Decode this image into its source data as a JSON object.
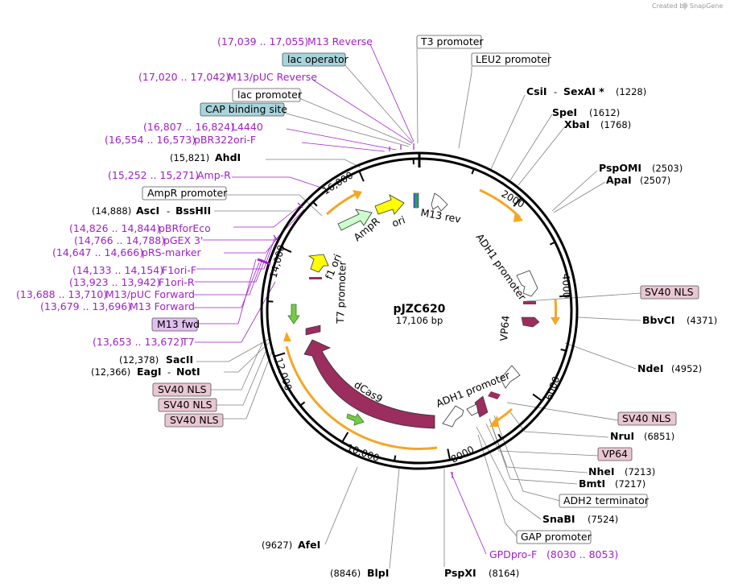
{
  "credit": {
    "prefix": "Created by",
    "brand": "SnapGene"
  },
  "plasmid": {
    "name": "pJZC620",
    "length": "17,106 bp",
    "bp": 17106
  },
  "ticks": [
    "2000",
    "4000",
    "6000",
    "8000",
    "10,000",
    "12,000",
    "14,000",
    "16,000"
  ],
  "features": [
    {
      "id": "dcas9",
      "label": "dCas9",
      "color": "#9b2d5f"
    },
    {
      "id": "ampr",
      "label": "AmpR",
      "color": "#ccffcc"
    },
    {
      "id": "ori",
      "label": "ori",
      "color": "#ffff00"
    },
    {
      "id": "f1ori",
      "label": "f1 ori",
      "color": "#ffff00"
    },
    {
      "id": "m13rev",
      "label": "M13 rev",
      "color": "#ffffff"
    },
    {
      "id": "adh1a",
      "label": "ADH1 promoter",
      "color": "#ffffff"
    },
    {
      "id": "adh1b",
      "label": "ADH1 promoter",
      "color": "#ffffff"
    },
    {
      "id": "vp64",
      "label": "VP64",
      "color": "#9b2d5f"
    },
    {
      "id": "t7prom",
      "label": "T7 promoter",
      "color": "#ffffff"
    }
  ],
  "left_labels": {
    "m13rev_primer": {
      "pos": "(17,039 .. 17,055)",
      "name": "M13 Reverse"
    },
    "lac_operator": "lac operator",
    "m13puc_rev": {
      "pos": "(17,020 .. 17,042)",
      "name": "M13/pUC Reverse"
    },
    "lac_promoter": "lac promoter",
    "cap_site": "CAP binding site",
    "l4440": {
      "pos": "(16,807 .. 16,824)",
      "name": "L4440"
    },
    "pbr322": {
      "pos": "(16,554 .. 16,573)",
      "name": "pBR322ori-F"
    },
    "ahdi": {
      "pos": "(15,821)",
      "name": "AhdI"
    },
    "ampr_primer": {
      "pos": "(15,252 .. 15,271)",
      "name": "Amp-R"
    },
    "ampr_prom": "AmpR promoter",
    "asci": {
      "pos": "(14,888)",
      "name": "AscI",
      "sep": "-",
      "name2": "BssHII"
    },
    "pbrfor": {
      "pos": "(14,826 .. 14,844)",
      "name": "pBRforEco"
    },
    "pgex": {
      "pos": "(14,766 .. 14,788)",
      "name": "pGEX 3'"
    },
    "prs": {
      "pos": "(14,647 .. 14,666)",
      "name": "pRS-marker"
    },
    "f1orif": {
      "pos": "(14,133 .. 14,154)",
      "name": "F1ori-F"
    },
    "f1orir": {
      "pos": "(13,923 .. 13,942)",
      "name": "F1ori-R"
    },
    "m13pucfwd": {
      "pos": "(13,688 .. 13,710)",
      "name": "M13/pUC Forward"
    },
    "m13fwd_p": {
      "pos": "(13,679 .. 13,696)",
      "name": "M13 Forward"
    },
    "m13fwd_feat": "M13 fwd",
    "t7": {
      "pos": "(13,653 .. 13,672)",
      "name": "T7"
    },
    "sacii": {
      "pos": "(12,378)",
      "name": "SacII"
    },
    "eagi": {
      "pos": "(12,366)",
      "name": "EagI",
      "sep": "-",
      "name2": "NotI"
    },
    "nls1": "SV40 NLS",
    "nls2": "SV40 NLS",
    "nls3": "SV40 NLS"
  },
  "right_labels": {
    "t3": "T3 promoter",
    "leu2": "LEU2 promoter",
    "csii": {
      "name": "CsiI",
      "sep": "-",
      "name2": "SexAI *",
      "pos": "(1228)"
    },
    "spei": {
      "name": "SpeI",
      "pos": "(1612)"
    },
    "xbai": {
      "name": "XbaI",
      "pos": "(1768)"
    },
    "pspomi": {
      "name": "PspOMI",
      "pos": "(2503)"
    },
    "apai": {
      "name": "ApaI",
      "pos": "(2507)"
    },
    "nls_r1": "SV40 NLS",
    "bbvci": {
      "name": "BbvCI",
      "pos": "(4371)"
    },
    "ndei": {
      "name": "NdeI",
      "pos": "(4952)"
    },
    "nls_r2": "SV40 NLS",
    "nrui": {
      "name": "NruI",
      "pos": "(6851)"
    },
    "vp64_r": "VP64",
    "nhei": {
      "name": "NheI",
      "pos": "(7213)"
    },
    "bmti": {
      "name": "BmtI",
      "pos": "(7217)"
    },
    "adh2": "ADH2 terminator",
    "snabi": {
      "name": "SnaBI",
      "pos": "(7524)"
    },
    "gap": "GAP promoter",
    "gpdpro": {
      "name": "GPDpro-F",
      "pos": "(8030 .. 8053)"
    }
  },
  "bottom_labels": {
    "afei": {
      "pos": "(9627)",
      "name": "AfeI"
    },
    "blpi": {
      "pos": "(8846)",
      "name": "BlpI"
    },
    "pspxi": {
      "name": "PspXI",
      "pos": "(8164)"
    }
  },
  "colors": {
    "primer": "#a020c8",
    "nls": "#e8c6d2",
    "lac": "#a8d4dc",
    "m13fwd": "#e0c0f0",
    "orange": "#f5a623",
    "backbone": "#000000"
  }
}
